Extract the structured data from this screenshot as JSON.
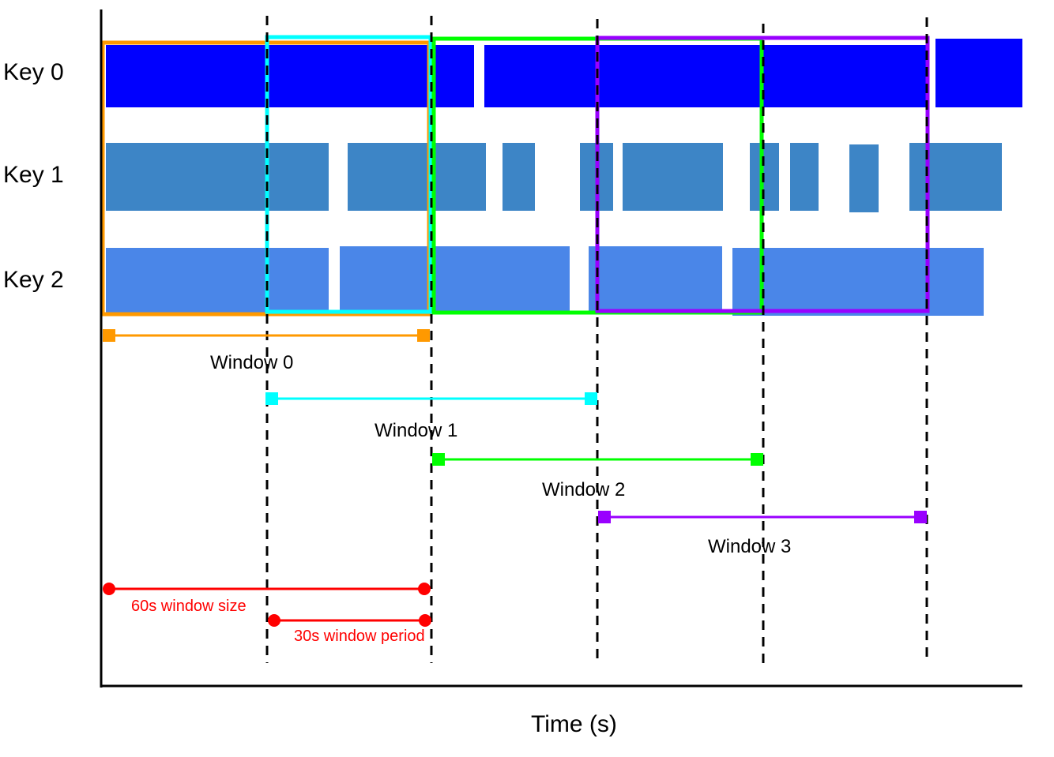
{
  "row_labels": [
    "Key 0",
    "Key 1",
    "Key 2"
  ],
  "windows": [
    {
      "label": "Window 0",
      "color": "#FF9900"
    },
    {
      "label": "Window 1",
      "color": "#00FFFF"
    },
    {
      "label": "Window 2",
      "color": "#00FF00"
    },
    {
      "label": "Window 3",
      "color": "#9900FF"
    }
  ],
  "window_size_label": "60s window size",
  "window_period_label": "30s window period",
  "x_axis_label": "Time (s)",
  "colors": {
    "key0": "#0000FF",
    "key1": "#3D85C6",
    "key2": "#4A86E8",
    "annotation": "#FF0000",
    "axis": "#000000"
  }
}
